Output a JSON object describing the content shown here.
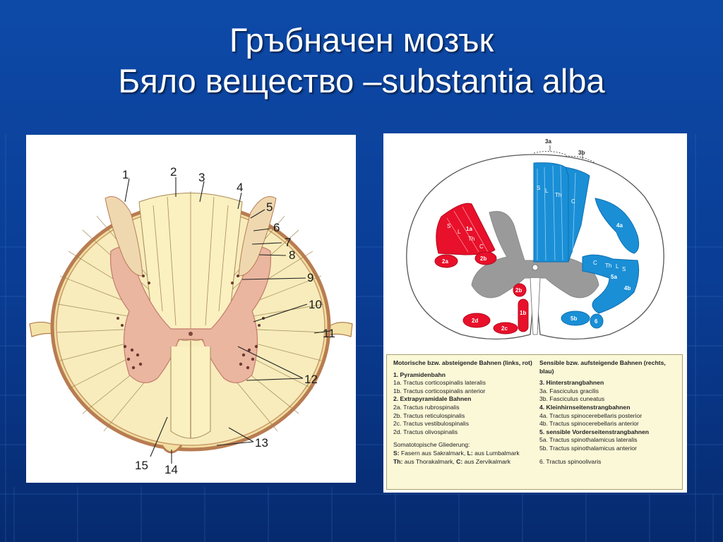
{
  "slide": {
    "title_line1": "Гръбначен мозък",
    "title_line2": "Бяло вещество –substantia alba"
  },
  "left_figure": {
    "numbers": [
      "1",
      "2",
      "3",
      "4",
      "5",
      "6",
      "7",
      "8",
      "9",
      "10",
      "11",
      "12",
      "13",
      "14",
      "15"
    ]
  },
  "right_figure": {
    "labels": {
      "3a": "3a",
      "3b": "3b",
      "1a": "1a",
      "1b": "1b",
      "2a": "2a",
      "2b": "2b",
      "2c": "2c",
      "2d": "2d",
      "4a": "4a",
      "4b": "4b",
      "5a": "5a",
      "5b": "5b",
      "6": "6",
      "S": "S",
      "L": "L",
      "Th": "Th",
      "C": "C"
    },
    "legend_left": {
      "header": "Motorische bzw. absteigende Bahnen (links, rot)",
      "items": [
        {
          "text": "1. Pyramidenbahn",
          "bold": true
        },
        {
          "text": "1a. Tractus corticospinalis lateralis",
          "bold": false
        },
        {
          "text": "1b. Tractus corticospinalis anterior",
          "bold": false
        },
        {
          "text": "2. Extrapyramidale Bahnen",
          "bold": true
        },
        {
          "text": "2a. Tractus rubrospinalis",
          "bold": false
        },
        {
          "text": "2b. Tractus reticulospinalis",
          "bold": false
        },
        {
          "text": "2c. Tractus vestibulospinalis",
          "bold": false
        },
        {
          "text": "2d. Tractus olivospinalis",
          "bold": false
        }
      ],
      "somato_title": "Somatotopische Gliederung:",
      "somato_line1_a": "S:",
      "somato_line1_b": " Fasern aus Sakralmark, ",
      "somato_line1_c": "L:",
      "somato_line1_d": " aus Lumbalmark",
      "somato_line2_a": "Th:",
      "somato_line2_b": " aus Thorakalmark, ",
      "somato_line2_c": "C:",
      "somato_line2_d": " aus Zervikalmark"
    },
    "legend_right": {
      "header": "Sensible bzw. aufsteigende Bahnen (rechts, blau)",
      "items": [
        {
          "text": "3. Hinterstrangbahnen",
          "bold": true
        },
        {
          "text": "3a. Fasciculus gracilis",
          "bold": false
        },
        {
          "text": "3b. Fasciculus cuneatus",
          "bold": false
        },
        {
          "text": "4. Kleinhirnseitenstrangbahnen",
          "bold": true
        },
        {
          "text": "4a. Tractus spinocerebellaris posterior",
          "bold": false
        },
        {
          "text": "4b. Tractus spinocerebellaris anterior",
          "bold": false
        },
        {
          "text": "5. sensible Vorderseitenstrangbahnen",
          "bold": true
        },
        {
          "text": "5a. Tractus spinothalamicus lateralis",
          "bold": false
        },
        {
          "text": "5b. Tractus spinothalamicus anterior",
          "bold": false
        }
      ],
      "item6": "6. Tractus spinoolivaris"
    },
    "colors": {
      "motor": "#e8102a",
      "sensory": "#1a8fd6",
      "grey": "#9a9a9a"
    }
  }
}
